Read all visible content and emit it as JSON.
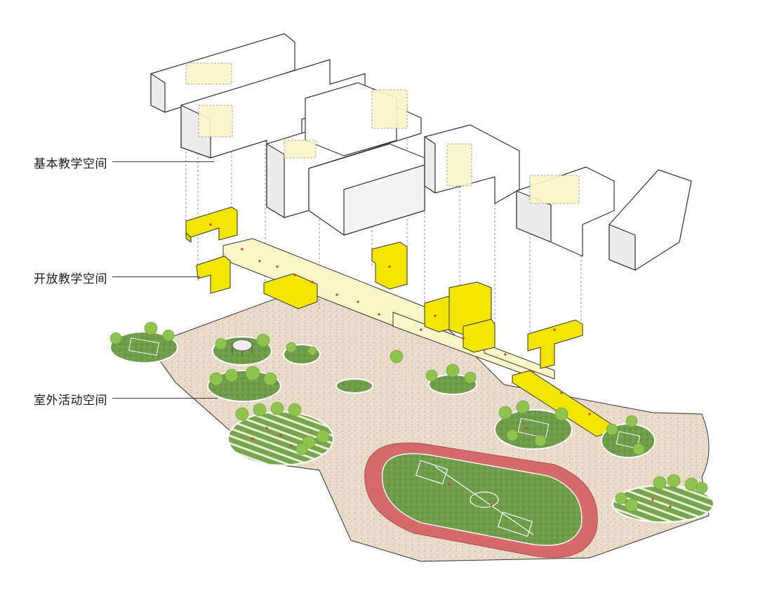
{
  "labels": {
    "basic_teaching": "基本教学空间",
    "open_teaching": "开放教学空间",
    "outdoor_activity": "室外活动空间"
  },
  "colors": {
    "building": "#ffffff",
    "building_side": "#f0f0f0",
    "building_stroke": "#333333",
    "open_space": "#f2e600",
    "open_space_side": "#d9cc00",
    "corridor": "#fbf6c8",
    "ground": "#e9dccb",
    "ground_speckle": "#c9b9a2",
    "grass": "#6f9d4a",
    "grass_dark": "#4d7d31",
    "track": "#d46a6a",
    "tree": "#8fc24f",
    "leader_line": "#333333"
  },
  "icons": [
    "tree-icon",
    "football-field-icon",
    "running-track-icon",
    "basketball-court-icon"
  ]
}
